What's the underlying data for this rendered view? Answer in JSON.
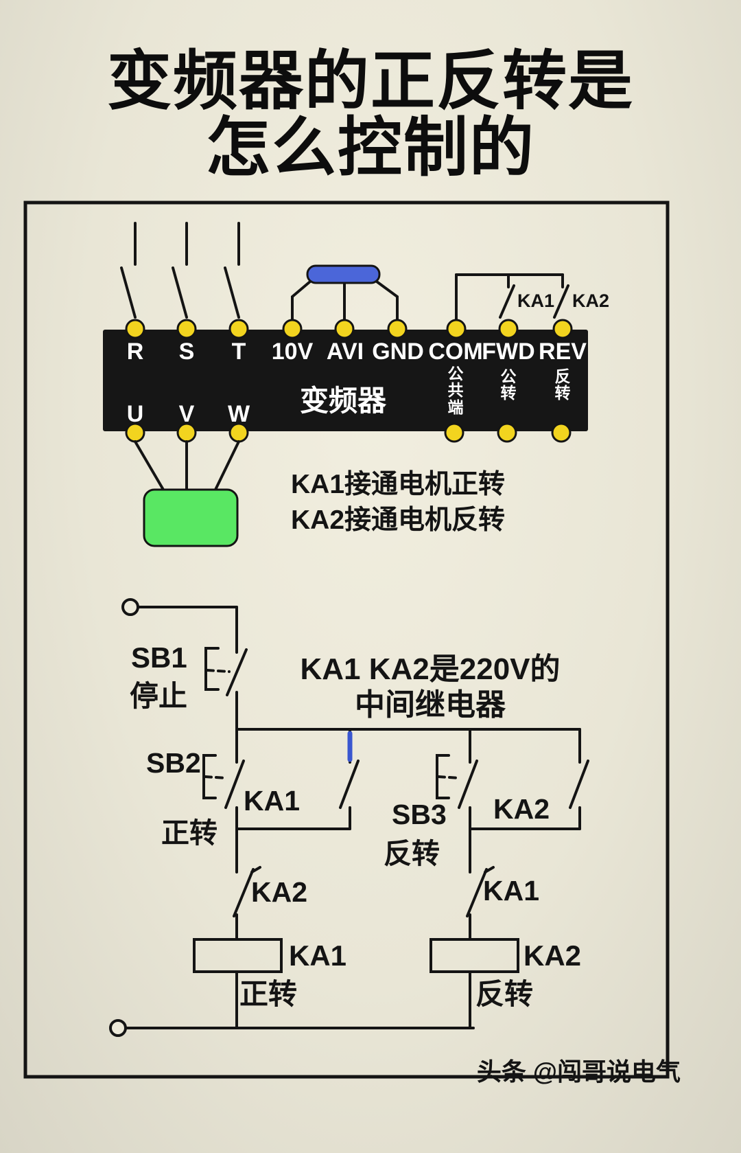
{
  "title": {
    "line1": "变频器的正反转是",
    "line2": "怎么控制的"
  },
  "inverter": {
    "name": "变频器",
    "top_terminals": [
      "R",
      "S",
      "T",
      "10V",
      "AVI",
      "GND",
      "COM",
      "FWD",
      "REV"
    ],
    "bottom_terminals": [
      "U",
      "V",
      "W"
    ],
    "com_caption": "公共端",
    "fwd_caption": "公转",
    "rev_caption": "反转",
    "ka1_contact": "KA1",
    "ka2_contact": "KA2"
  },
  "notes": {
    "ka1": "KA1接通电机正转",
    "ka2": "KA2接通电机反转",
    "relay_line1": "KA1 KA2是220V的",
    "relay_line2": "中间继电器"
  },
  "control": {
    "sb1": "SB1",
    "sb1_caption": "停止",
    "sb2": "SB2",
    "sb2_caption": "正转",
    "ka1_hold": "KA1",
    "sb3": "SB3",
    "sb3_caption": "反转",
    "ka2_hold": "KA2",
    "ka2_interlock": "KA2",
    "ka1_interlock": "KA1",
    "ka1_coil": "KA1",
    "ka1_coil_caption": "正转",
    "ka2_coil": "KA2",
    "ka2_coil_caption": "反转"
  },
  "watermark": "头条 @闯哥说电气",
  "colors": {
    "background": "#e9e6d6",
    "ink": "#141414",
    "terminal_yellow": "#f2d41f",
    "potentiometer_blue": "#4b66d9",
    "motor_green": "#59e763",
    "highlight_blue": "#3a57d0"
  }
}
